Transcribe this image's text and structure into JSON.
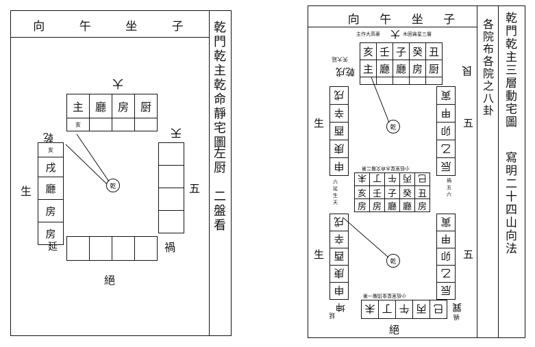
{
  "left_page": {
    "header": [
      "向",
      "午",
      "坐",
      "子"
    ],
    "title": "乾門乾主乾命靜宅圖",
    "subtitle": "左厨　二盤看",
    "top_label": "大",
    "top_row": [
      "主",
      "廳",
      "房",
      "厨"
    ],
    "top_row_small": "亥",
    "left_label": "乾",
    "left_column": [
      "亥",
      "戌",
      "廳",
      "房",
      "房"
    ],
    "left_top_small": "亥",
    "right_label_top": "天",
    "right_label_mid": "五",
    "right_label_bottom": "禍",
    "far_left_label": "生",
    "bottom_left_label": "延",
    "bottom_label": "絕",
    "center": "乾"
  },
  "right_page": {
    "header": [
      "向",
      "午",
      "坐",
      "子"
    ],
    "title": "乾門乾主三層動宅圖",
    "subtitle": "寫明二十四山向法",
    "side_note": "各院布各院之八卦",
    "top_small_note": "主作大高豪",
    "top_label": "大",
    "top_small_note_right": "木困貪星三層",
    "upper_top_row": [
      "亥",
      "壬",
      "子",
      "癸",
      "丑"
    ],
    "upper_bottom_row": [
      "主",
      "廳",
      "廳",
      "房",
      "厨"
    ],
    "upper_left_label": "乾戌",
    "upper_left_small": "天大延",
    "upper_right_label": "艮",
    "upper_left_col": [
      "戌",
      "辛",
      "酉",
      "庚",
      "申"
    ],
    "upper_right_col": [
      "寅",
      "甲",
      "卯",
      "乙",
      "辰"
    ],
    "upper_left_outer": "生",
    "upper_right_outer": "五",
    "mid_note": "小低室星水命文層二第",
    "mid_rows": [
      [
        "未",
        "丁",
        "午",
        "丙",
        "巳"
      ],
      [
        "亥",
        "壬",
        "子",
        "癸",
        "丑"
      ],
      [
        "房",
        "房",
        "廳",
        "廳",
        "房"
      ]
    ],
    "mid_left_small": "六延生天",
    "mid_right_small": "禍五六",
    "lower_left_col": [
      "戌",
      "辛",
      "酉",
      "庚",
      "申"
    ],
    "lower_right_col": [
      "寅",
      "甲",
      "卯",
      "乙",
      "辰"
    ],
    "lower_left_outer": "生",
    "lower_right_outer": "五",
    "lower_note": "小低室星金頂層一第",
    "bottom_row": [
      "未",
      "丁",
      "午",
      "丙",
      "巳"
    ],
    "bottom_left_label": "坤",
    "bottom_right_label": "巽",
    "bottom_left_small": "延",
    "bottom_right_small": "禍",
    "bottom_label": "絕",
    "center": "乾"
  }
}
